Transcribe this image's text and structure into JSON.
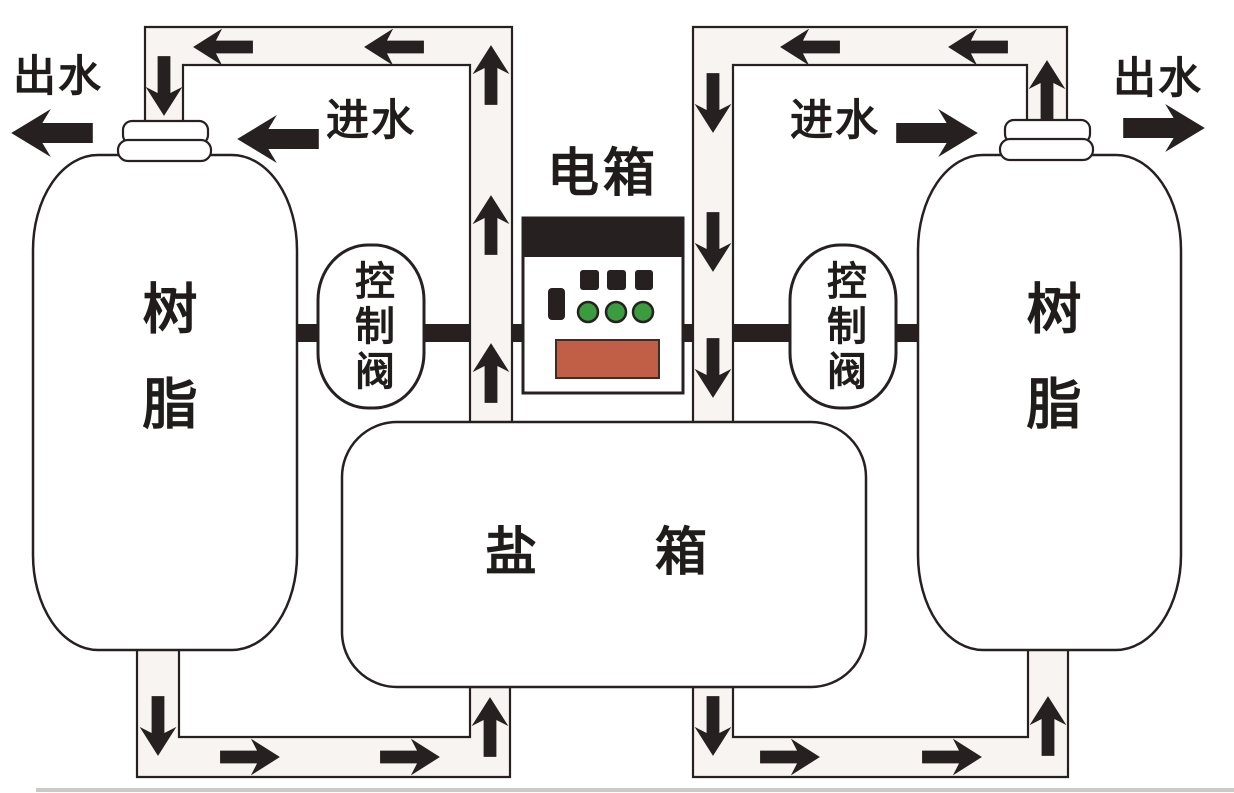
{
  "diagram_labels": {
    "outlet_left": "出水",
    "inlet_left": "进水",
    "electric_box": "电箱",
    "control_valve_left": "控制阀",
    "control_valve_right": "控制阀",
    "resin_tank_left": "树脂",
    "resin_tank_right": "树脂",
    "salt_tank": "盐箱",
    "inlet_right": "进水",
    "outlet_right": "出水"
  },
  "colors": {
    "line": "#262120",
    "pipe_fill": "#f7f4f1",
    "indicator_green": "#3a9c3e",
    "display_orange": "#c05f45"
  }
}
